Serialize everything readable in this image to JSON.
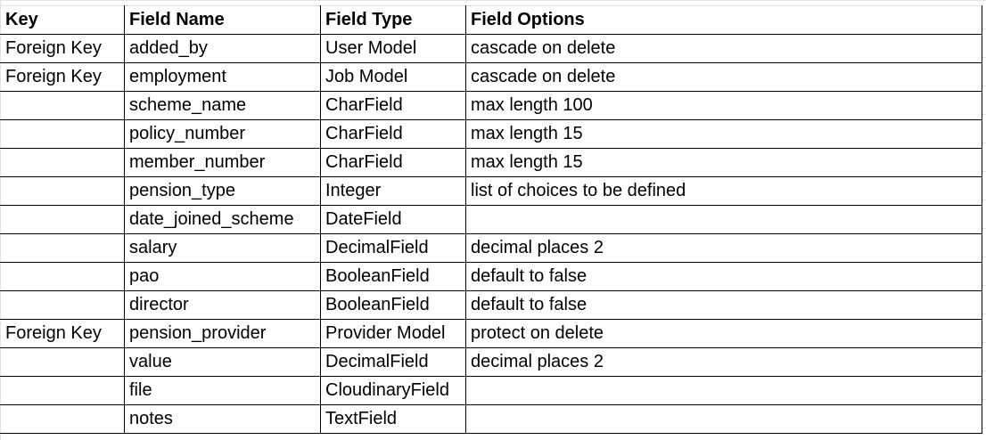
{
  "table": {
    "headers": {
      "key": "Key",
      "field_name": "Field Name",
      "field_type": "Field Type",
      "field_options": "Field Options"
    },
    "rows": [
      {
        "key": "Foreign Key",
        "field_name": "added_by",
        "field_type": "User Model",
        "field_options": "cascade on delete"
      },
      {
        "key": "Foreign Key",
        "field_name": "employment",
        "field_type": "Job Model",
        "field_options": "cascade on delete"
      },
      {
        "key": "",
        "field_name": "scheme_name",
        "field_type": "CharField",
        "field_options": "max length 100"
      },
      {
        "key": "",
        "field_name": "policy_number",
        "field_type": "CharField",
        "field_options": "max length 15"
      },
      {
        "key": "",
        "field_name": "member_number",
        "field_type": "CharField",
        "field_options": "max length 15"
      },
      {
        "key": "",
        "field_name": "pension_type",
        "field_type": "Integer",
        "field_options": "list of choices to be defined"
      },
      {
        "key": "",
        "field_name": "date_joined_scheme",
        "field_type": "DateField",
        "field_options": ""
      },
      {
        "key": "",
        "field_name": "salary",
        "field_type": "DecimalField",
        "field_options": "decimal places 2"
      },
      {
        "key": "",
        "field_name": "pao",
        "field_type": "BooleanField",
        "field_options": "default to false"
      },
      {
        "key": "",
        "field_name": "director",
        "field_type": "BooleanField",
        "field_options": "default to false"
      },
      {
        "key": "Foreign Key",
        "field_name": "pension_provider",
        "field_type": "Provider Model",
        "field_options": "protect on delete"
      },
      {
        "key": "",
        "field_name": "value",
        "field_type": "DecimalField",
        "field_options": "decimal places 2"
      },
      {
        "key": "",
        "field_name": "file",
        "field_type": "CloudinaryField",
        "field_options": ""
      },
      {
        "key": "",
        "field_name": "notes",
        "field_type": "TextField",
        "field_options": ""
      }
    ]
  }
}
